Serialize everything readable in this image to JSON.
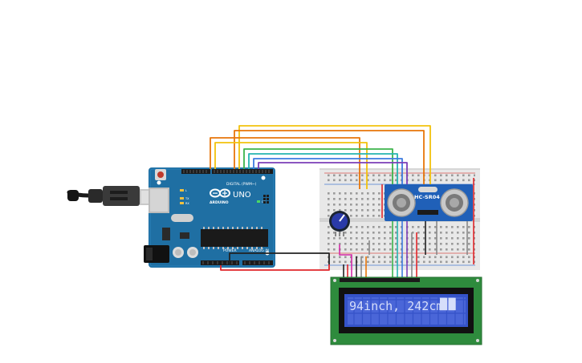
{
  "arduino": {
    "logo": "ARDUINO",
    "model": "UNO",
    "digital_label": "DIGITAL (PWM~)",
    "power_label": "POWER",
    "analog_label": "ANALOG IN",
    "on_label": "ON",
    "tx_label": "TX",
    "rx_label": "RX",
    "l_label": "L"
  },
  "sensor": {
    "model": "HC-SR04"
  },
  "lcd": {
    "text": "94inch, 242cm",
    "cursor_blocks": 2
  },
  "colors": {
    "board": "#1f6fa3",
    "breadboard": "#e8e8e8",
    "lcd_frame": "#2e8b3d",
    "lcd_screen": "#3553c9",
    "lcd_text": "#d6defa",
    "sensor_board": "#2060b8",
    "wire_red": "#e0262a",
    "wire_black": "#222222",
    "wire_orange": "#e8760a",
    "wire_yellow": "#f2c20c",
    "wire_green": "#3cb44b",
    "wire_teal": "#25b5b0",
    "wire_blue": "#3d7be0",
    "wire_purple": "#7b3fb8",
    "wire_magenta": "#d42aa8",
    "wire_gray": "#888888"
  }
}
